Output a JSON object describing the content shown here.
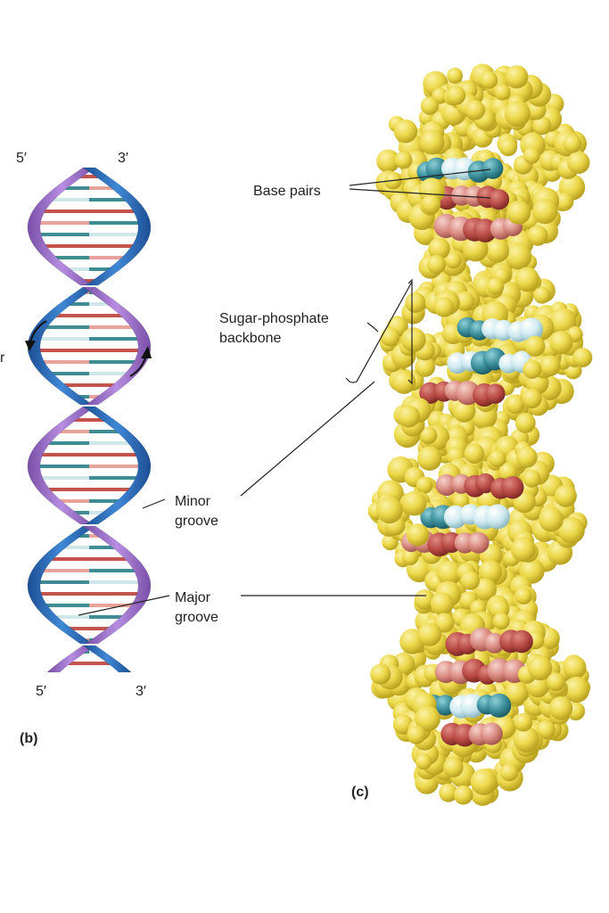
{
  "panel_b": {
    "top_left_end": "5′",
    "top_right_end": "3′",
    "bottom_left_end": "5′",
    "bottom_right_end": "3′",
    "cut_label": "r",
    "panel_letter": "(b)"
  },
  "panel_c": {
    "base_pairs": "Base pairs",
    "backbone_line1": "Sugar-phosphate",
    "backbone_line2": "backbone",
    "panel_letter": "(c)"
  },
  "shared": {
    "minor_line1": "Minor",
    "minor_line2": "groove",
    "major_line1": "Major",
    "major_line2": "groove"
  },
  "colors": {
    "strand_blue": "#2e73c2",
    "strand_purple": "#9a6ac4",
    "backbone_yellow": "#ecd84a",
    "base_red": "#b94a44",
    "base_salmon": "#d98a80",
    "base_teal": "#3a8e9a",
    "base_light": "#cfeaf0"
  }
}
